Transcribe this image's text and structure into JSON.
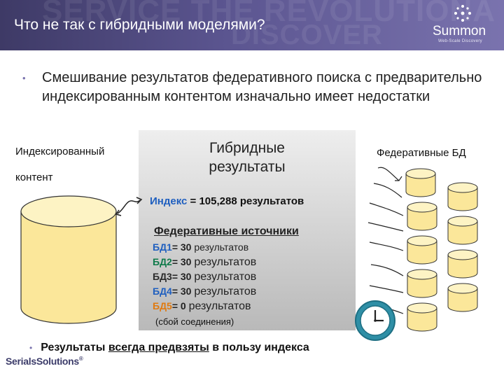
{
  "header": {
    "title": "Что не так с гибридными моделями?",
    "bg_text_1": "SERVICE THE REVOLUTIONA",
    "bg_text_2": "DISCOVER",
    "logo_brand": "Summon",
    "logo_tag": "Web-Scale Discovery"
  },
  "bullet1": "Смешивание результатов федеративного поиска с предварительно индексированным контентом изначально имеет недостатки",
  "left_label_line1": "Индексированный",
  "left_label_line2": "контент",
  "right_label": "Федеративные БД",
  "hybrid": {
    "title": "Гибридные результаты",
    "index_word": "Индекс",
    "index_rest": " = 105,288 результатов",
    "fed_sources": "Федеративные источники",
    "rows": [
      {
        "db": "БД1",
        "eq": "= 30 ",
        "res": "результатов"
      },
      {
        "db": "БД2",
        "eq": "= 30 ",
        "res": "результатов"
      },
      {
        "db": "БД3",
        "eq": "= 30 ",
        "res": "результатов"
      },
      {
        "db": "БД4",
        "eq": "= 30 ",
        "res": "результатов"
      },
      {
        "db": "БД5",
        "eq": "=  0 ",
        "res": "результатов"
      }
    ],
    "connection_failure": "(сбой соединения)"
  },
  "bullet2": {
    "before": "Результаты ",
    "underlined": "всегда предвзяты",
    "after": " в пользу индекса"
  },
  "footer_logo": "SerialsSolutions",
  "footer_logo_reg": "®",
  "colors": {
    "header": "#5b5590",
    "cylinder_fill": "#fbe79a",
    "clock_teal": "#2f8fa6"
  },
  "icons": [
    "summon-logo-icon",
    "clock-icon",
    "database-icon",
    "arrow-icon"
  ]
}
